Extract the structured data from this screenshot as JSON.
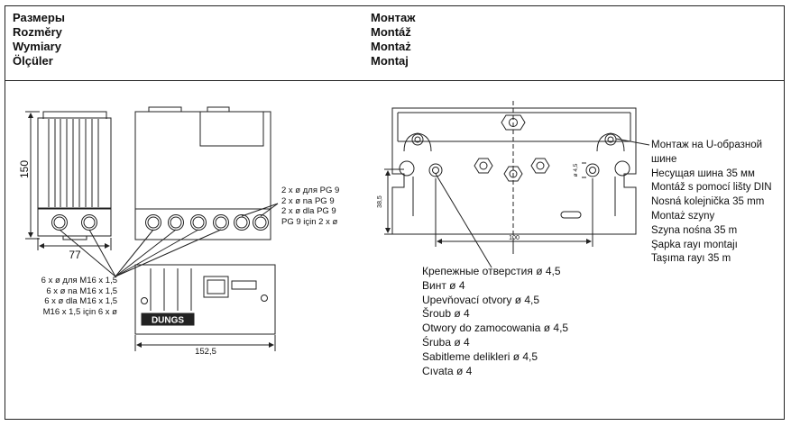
{
  "header_left": [
    "Размеры",
    "Rozměry",
    "Wymiary",
    "Ölçüler"
  ],
  "header_right": [
    "Монтаж",
    "Montáž",
    "Montaż",
    "Montaj"
  ],
  "dimensions": {
    "height": "150",
    "width_side": "77",
    "width_bottom": "152,5",
    "mount_height": "38,5",
    "mount_width": "100",
    "hole_dia": "ø 4,5"
  },
  "pg9_labels": [
    "2 x ø для PG 9",
    "2 x ø na PG 9",
    "2 x ø dla PG 9",
    "PG 9 için 2 x ø"
  ],
  "m16_labels": [
    "6 x ø для M16 x 1,5",
    "6 x ø na M16 x 1,5",
    "6 x ø dla M16 x 1,5",
    "M16 x 1,5 için 6 x ø"
  ],
  "holes_labels": [
    "Крепежные отверстия ø 4,5",
    "Винт ø 4",
    "Upevňovací otvory ø 4,5",
    "Šroub ø 4",
    "Otwory do zamocowania ø 4,5",
    "Śruba ø 4",
    "Sabitleme delikleri ø 4,5",
    "Cıvata ø 4"
  ],
  "rail_labels": [
    "Монтаж на U-образной",
    "шине",
    "Несущая шина 35 мм",
    "Montáž s pomocí lišty DIN",
    "Nosná kolejnička 35 mm",
    "Montaż szyny",
    "Szyna nośna 35 m",
    "Şapka rayı montajı",
    "Taşıma rayı 35 m"
  ],
  "brand": "DUNGS",
  "colors": {
    "line": "#222222",
    "background": "#ffffff"
  }
}
